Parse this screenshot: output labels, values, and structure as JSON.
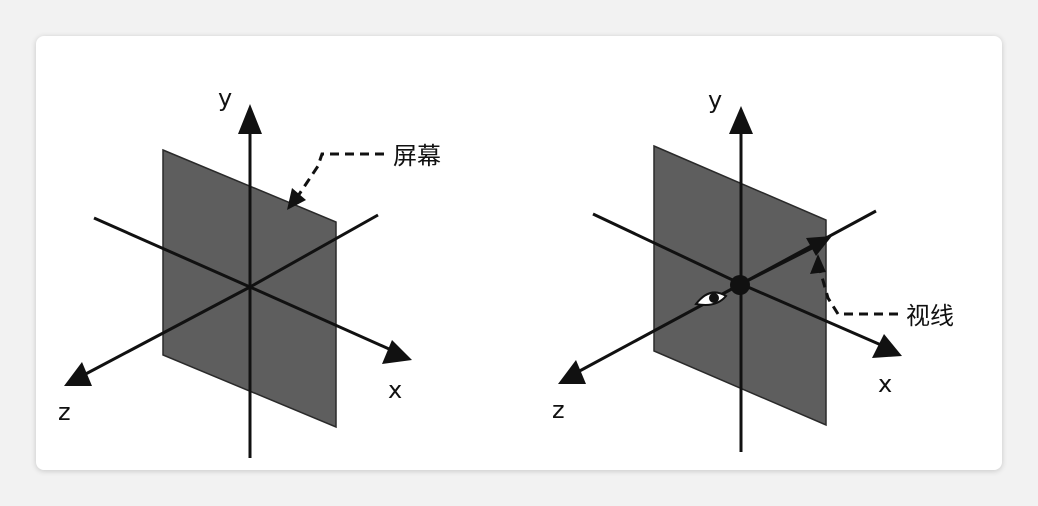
{
  "left_diagram": {
    "axis_y": "y",
    "axis_x": "x",
    "axis_z": "z",
    "callout": "屏幕"
  },
  "right_diagram": {
    "axis_y": "y",
    "axis_x": "x",
    "axis_z": "z",
    "callout": "视线"
  },
  "colors": {
    "screen_fill": "#5e5e5e",
    "axis": "#111111",
    "card": "#ffffff",
    "background": "#f2f2f2"
  }
}
